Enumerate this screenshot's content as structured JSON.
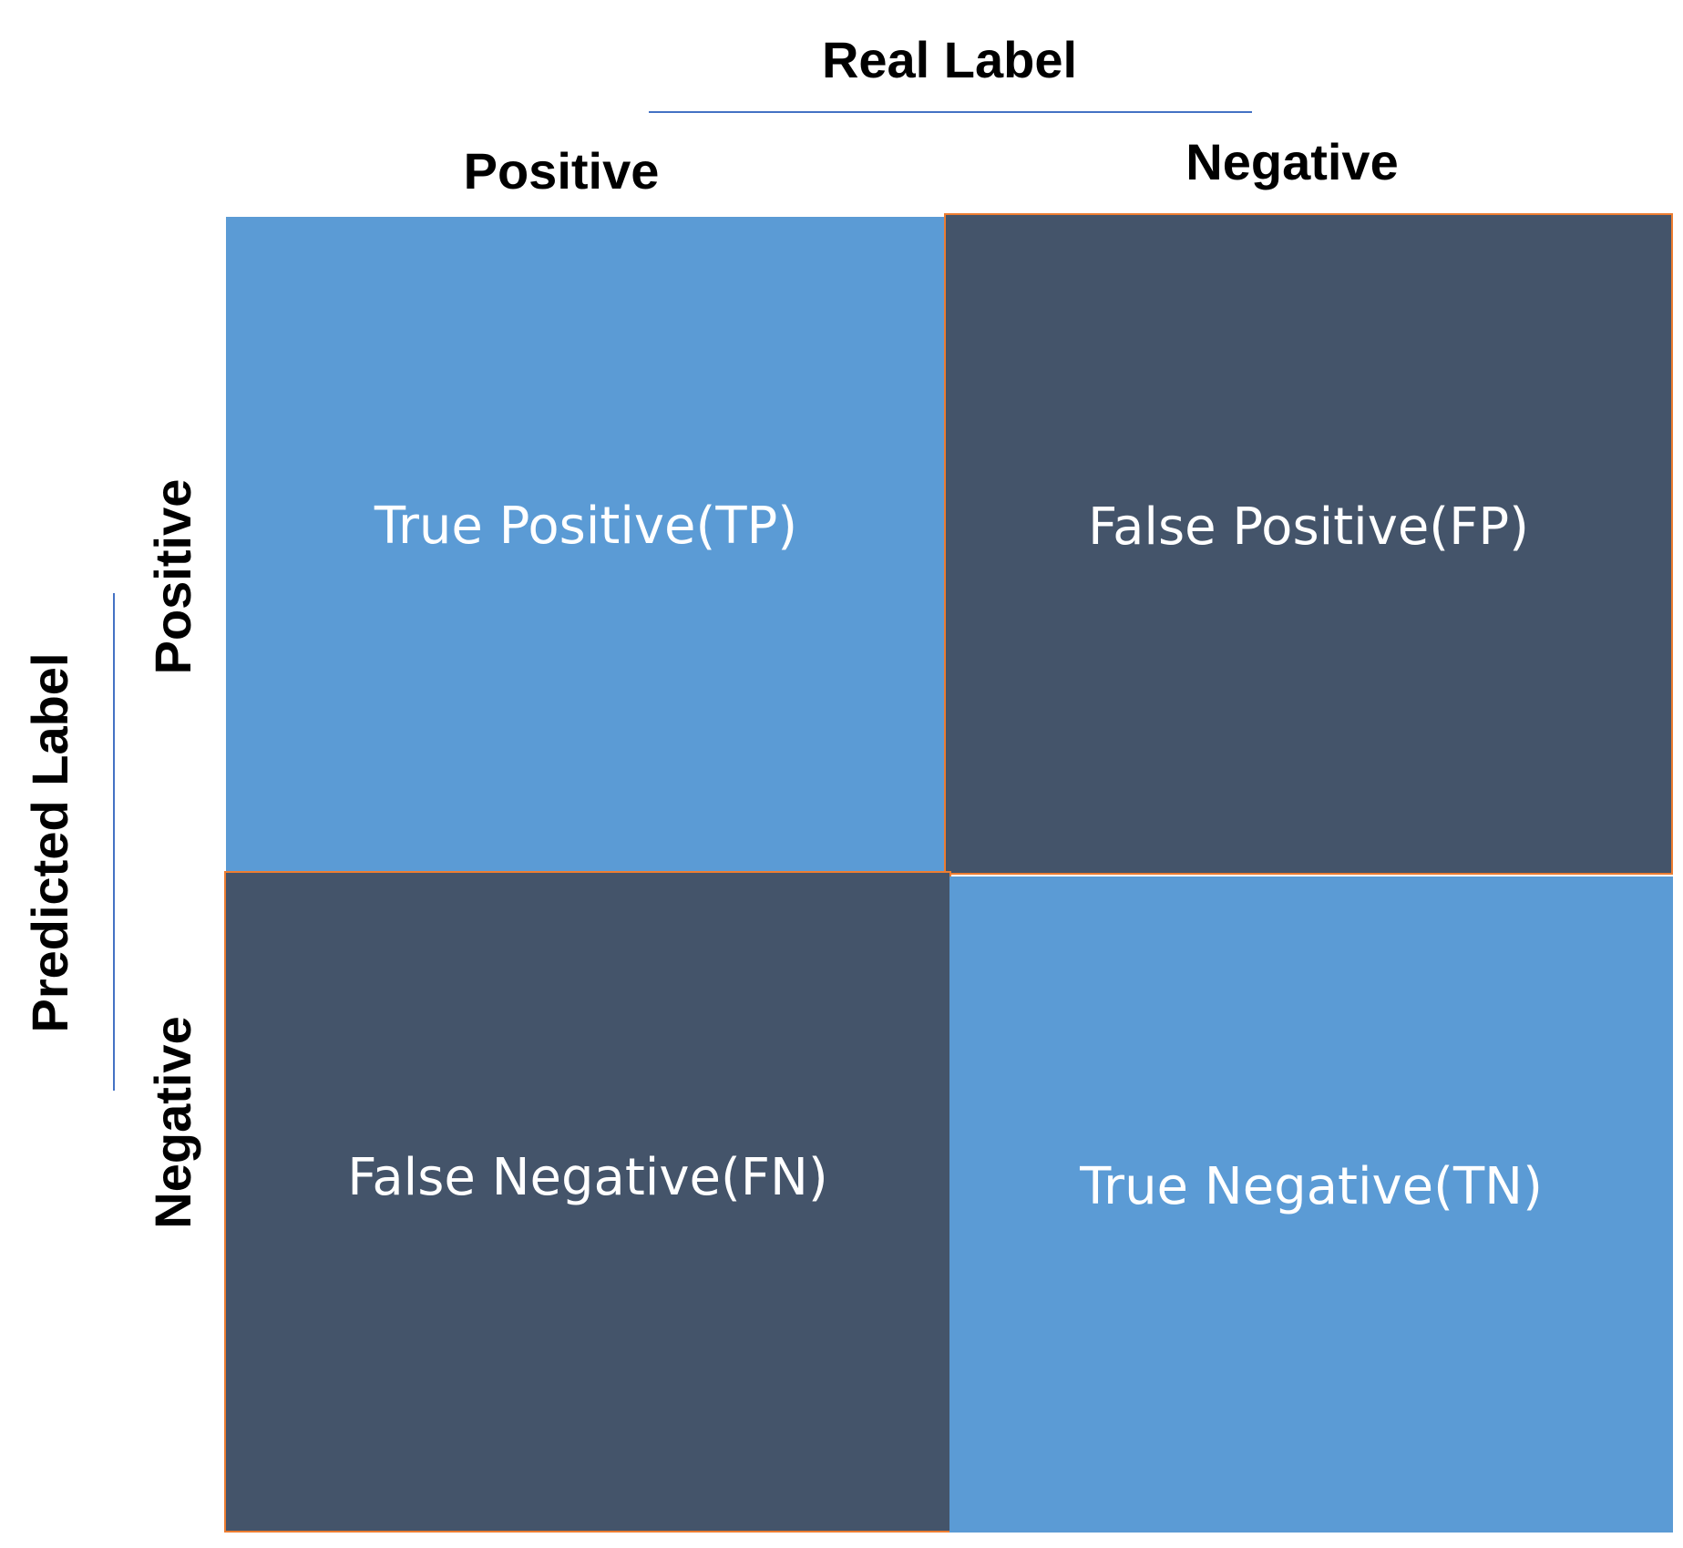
{
  "real_label": {
    "title": "Real Label",
    "columns": [
      "Positive",
      "Negative"
    ]
  },
  "predicted_label": {
    "title": "Predicted Label",
    "rows": [
      "Positive",
      "Negative"
    ]
  },
  "cells": {
    "tp": "True Positive(TP)",
    "fp": "False Positive(FP)",
    "fn": "False Negative(FN)",
    "tn": "True Negative(TN)"
  },
  "colors": {
    "correct_cell": "#5b9bd5",
    "error_cell": "#44546a",
    "error_cell_border": "#ed7d31",
    "rule_line": "#4472c4",
    "cell_text": "#ffffff",
    "label_text": "#000000"
  }
}
